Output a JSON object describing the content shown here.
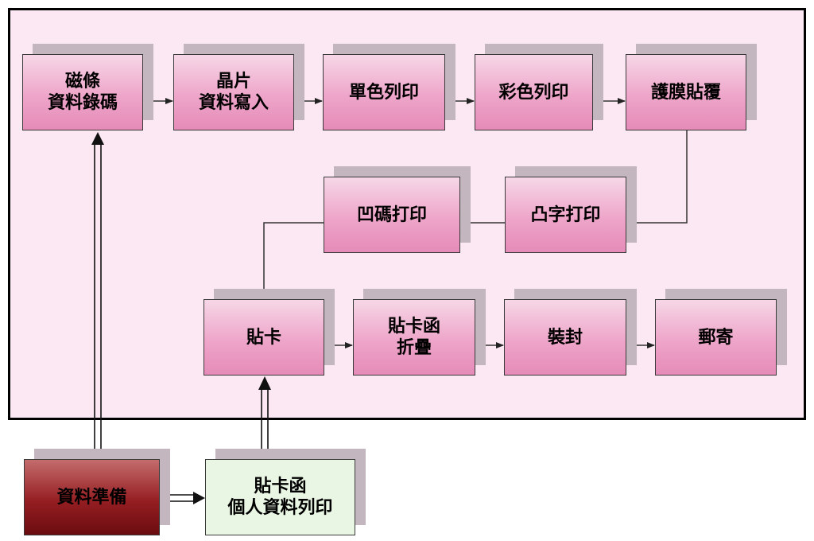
{
  "steps": {
    "magnetic": "磁條\n資料錄碼",
    "chip": "晶片\n資料寫入",
    "mono_print": "單色列印",
    "color_print": "彩色列印",
    "laminate": "護膜貼覆",
    "emboss": "凸字打印",
    "deboss": "凹碼打印",
    "attach_card": "貼卡",
    "fold_carrier": "貼卡函\n折疊",
    "seal": "裝封",
    "mail": "郵寄",
    "data_prep": "資料準備",
    "carrier_print": "貼卡函\n個人資料列印"
  }
}
